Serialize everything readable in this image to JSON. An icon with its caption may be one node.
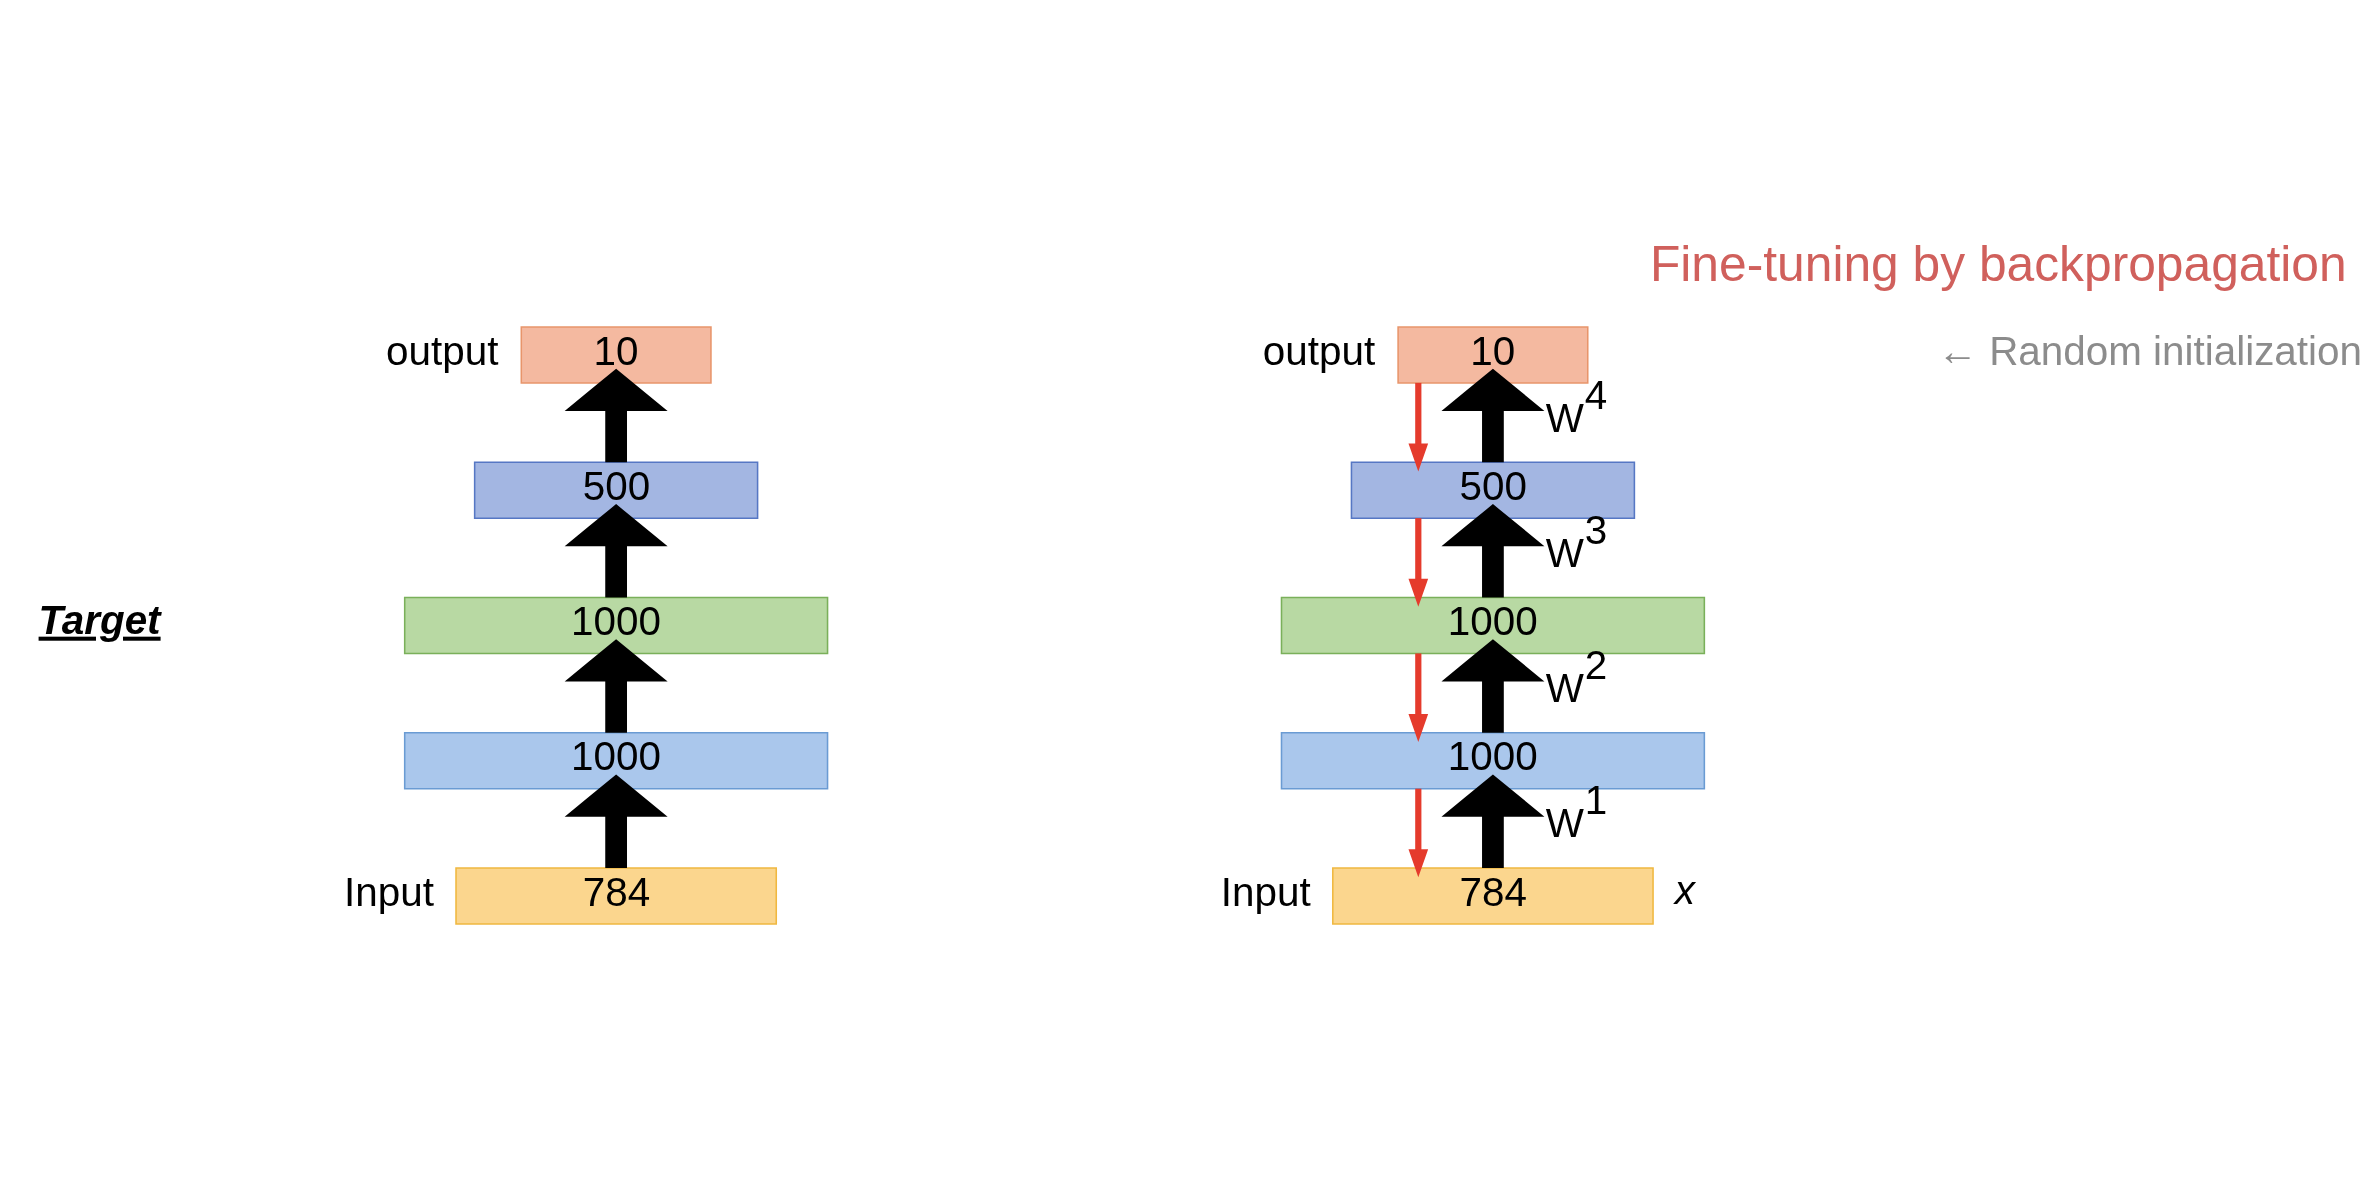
{
  "diagram": {
    "title": "Fine-tuning by backpropagation",
    "nodes": [
      {
        "text": [
          "10"
        ],
        "beside": [
          "output"
        ]
      },
      {
        "text": [
          "500"
        ]
      },
      {
        "text": [
          "1000"
        ]
      },
      {
        "text": [
          "1000"
        ]
      },
      {
        "text": [
          "784"
        ],
        "beside": [
          "Input"
        ]
      },
      {
        "text": [
          "10"
        ],
        "beside": [
          "output"
        ]
      },
      {
        "text": [
          "500"
        ]
      },
      {
        "text": [
          "1000"
        ]
      },
      {
        "text": [
          "1000"
        ]
      },
      {
        "text": [
          "784"
        ],
        "beside": [
          "Input",
          "x"
        ]
      }
    ],
    "edges": [
      {
        "from": 1,
        "to": 0,
        "arrow": "to"
      },
      {
        "from": 2,
        "to": 1,
        "arrow": "to"
      },
      {
        "from": 3,
        "to": 2,
        "arrow": "to"
      },
      {
        "from": 4,
        "to": 3,
        "arrow": "to"
      },
      {
        "from": 6,
        "to": 5,
        "arrow": "to",
        "label": "W$^{4}$"
      },
      {
        "from": 5,
        "to": 6,
        "arrow": "to",
        "color": "#e53b2c"
      },
      {
        "from": 7,
        "to": 6,
        "arrow": "to",
        "label": "W$^{3}$"
      },
      {
        "from": 6,
        "to": 7,
        "arrow": "to",
        "color": "#e53b2c"
      },
      {
        "from": 8,
        "to": 7,
        "arrow": "to",
        "label": "W$^{2}$"
      },
      {
        "from": 7,
        "to": 8,
        "arrow": "to",
        "color": "#e53b2c"
      },
      {
        "from": 9,
        "to": 8,
        "arrow": "to",
        "label": "W$^{1}$"
      },
      {
        "from": 8,
        "to": 9,
        "arrow": "to",
        "color": "#e53b2c"
      }
    ],
    "labels": [
      "← Random initialization",
      "Target"
    ]
  }
}
